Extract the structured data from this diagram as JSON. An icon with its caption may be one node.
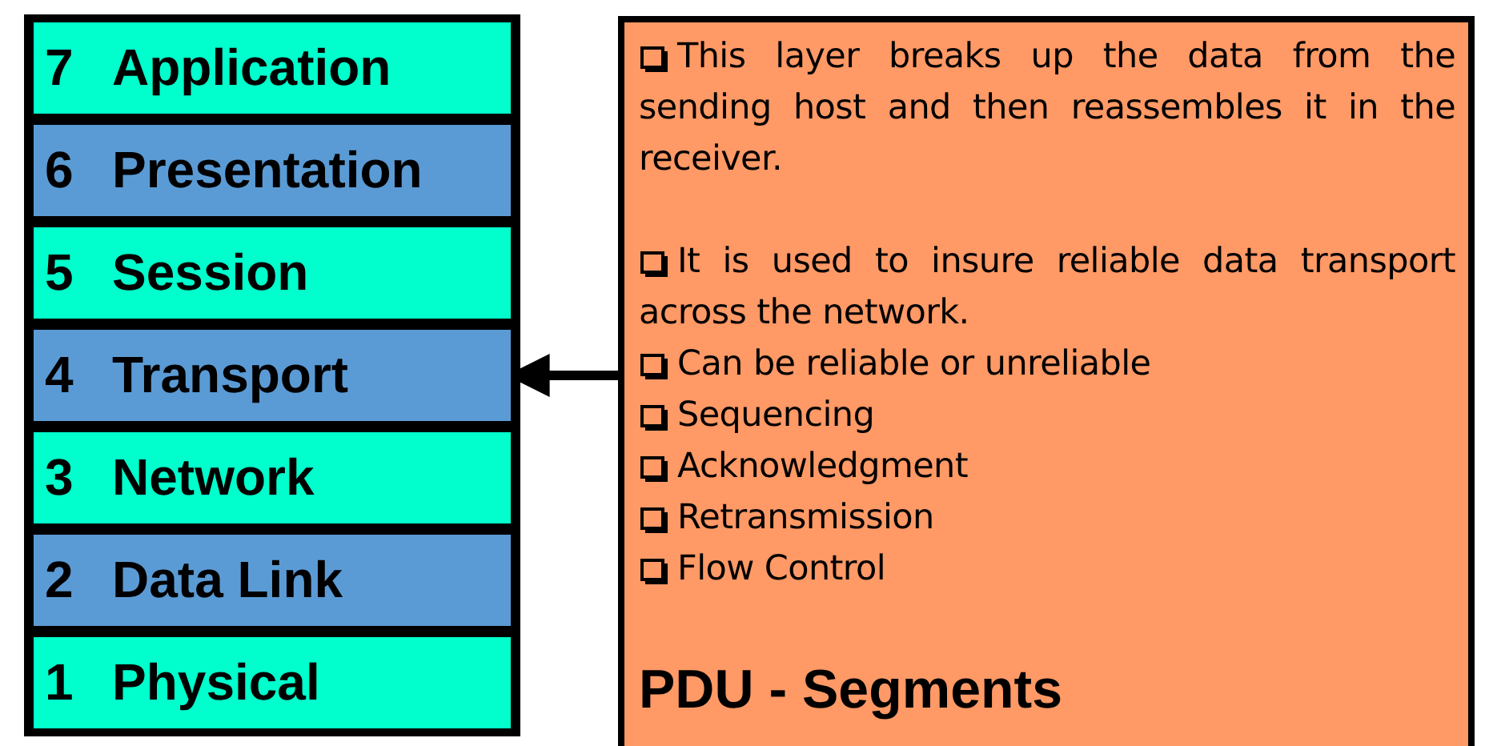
{
  "diagram": {
    "nodes": [
      {
        "text": [
          "7",
          "Application"
        ]
      },
      {
        "text": [
          "6",
          "Presentation"
        ]
      },
      {
        "text": [
          "5",
          "Session"
        ]
      },
      {
        "text": [
          "4",
          "Transport"
        ]
      },
      {
        "text": [
          "3",
          "Network"
        ]
      },
      {
        "text": [
          "2",
          "Data Link"
        ]
      },
      {
        "text": [
          "1",
          "Physical"
        ]
      },
      {
        "text": [
          "This layer breaks up the data from the sending host and then reassembles it in the receiver.",
          "It is used to insure reliable data transport across the network.",
          "Can be reliable or unreliable",
          "Sequencing",
          "Acknowledgment",
          "Retransmission",
          "Flow Control",
          "PDU - Segments"
        ]
      }
    ],
    "edges": [
      {
        "from": 7,
        "to": 3,
        "arrow": "to"
      }
    ]
  }
}
